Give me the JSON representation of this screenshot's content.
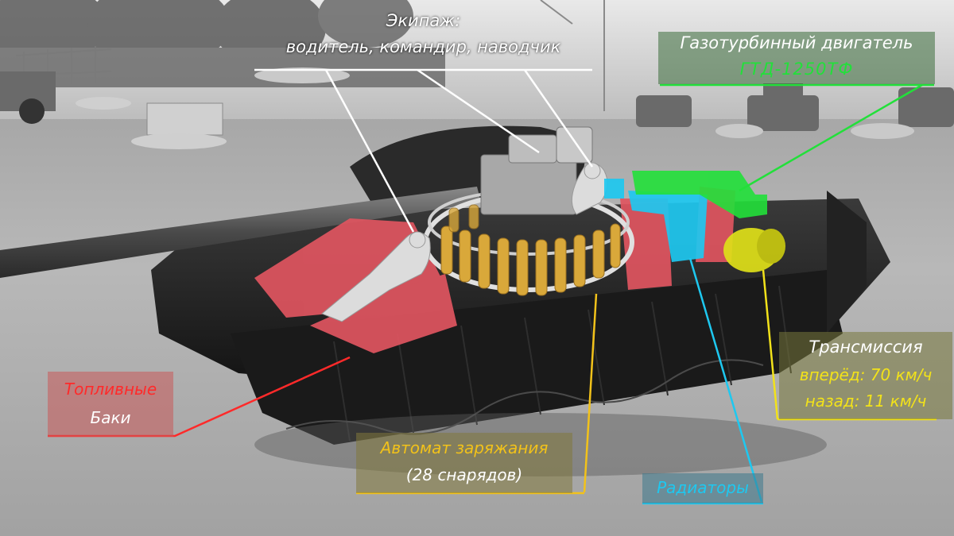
{
  "crew": {
    "title": "Экипаж:",
    "members": "водитель, командир, наводчик"
  },
  "engine": {
    "title": "Газотурбинный двигатель",
    "model": "ГТД-1250ТФ"
  },
  "transmission": {
    "title": "Трансмиссия",
    "forward": "вперёд: 70 км/ч",
    "reverse": "назад: 11 км/ч"
  },
  "fuel_tanks": {
    "line1": "Топливные",
    "line2": "Баки"
  },
  "autoloader": {
    "title": "Автомат заряжания",
    "capacity": "(28 снарядов)"
  },
  "radiators": {
    "title": "Радиаторы"
  },
  "colors": {
    "crew_text": "#ffffff",
    "engine_text": "#ffffff",
    "engine_accent": "#22e03a",
    "transmission_text": "#ffffff",
    "transmission_accent": "#f2e21a",
    "fuel_accent": "#ff2a2a",
    "autoloader_accent": "#f2c21a",
    "radiator_accent": "#1ec8f0",
    "fuel_tank_fill": "#e05560",
    "ammo_fill": "#d9a83a",
    "crew_figure": "#dcdcdc"
  }
}
